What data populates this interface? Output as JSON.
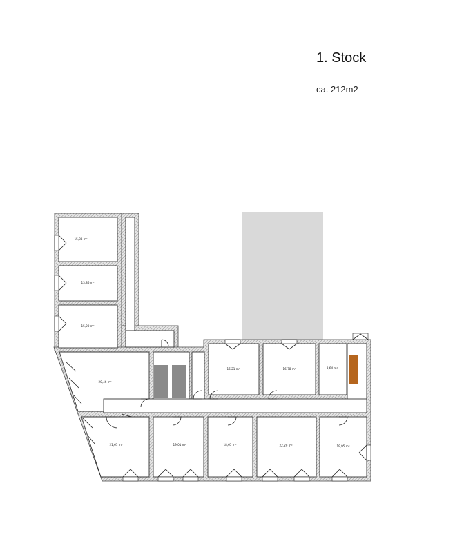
{
  "title": "1. Stock",
  "area": "ca. 212m2",
  "colors": {
    "wall_hatch": "#9a9a9a",
    "courtyard": "#d9d9d9",
    "stair": "#8a8a8a",
    "furniture": "#b5651d"
  },
  "rooms": [
    {
      "id": "r1",
      "label": "15,83 m²"
    },
    {
      "id": "r2",
      "label": "13,86 m²"
    },
    {
      "id": "r3",
      "label": "15,20 m²"
    },
    {
      "id": "r4",
      "label": "20,46 m²"
    },
    {
      "id": "r5",
      "label": "16,21 m²"
    },
    {
      "id": "r6",
      "label": "16,78 m²"
    },
    {
      "id": "r7",
      "label": "8,64 m²"
    },
    {
      "id": "r8",
      "label": "21,61 m²"
    },
    {
      "id": "r9",
      "label": "19,01 m²"
    },
    {
      "id": "r10",
      "label": "18,65 m²"
    },
    {
      "id": "r11",
      "label": "22,29 m²"
    },
    {
      "id": "r12",
      "label": "19,95 m²"
    }
  ]
}
